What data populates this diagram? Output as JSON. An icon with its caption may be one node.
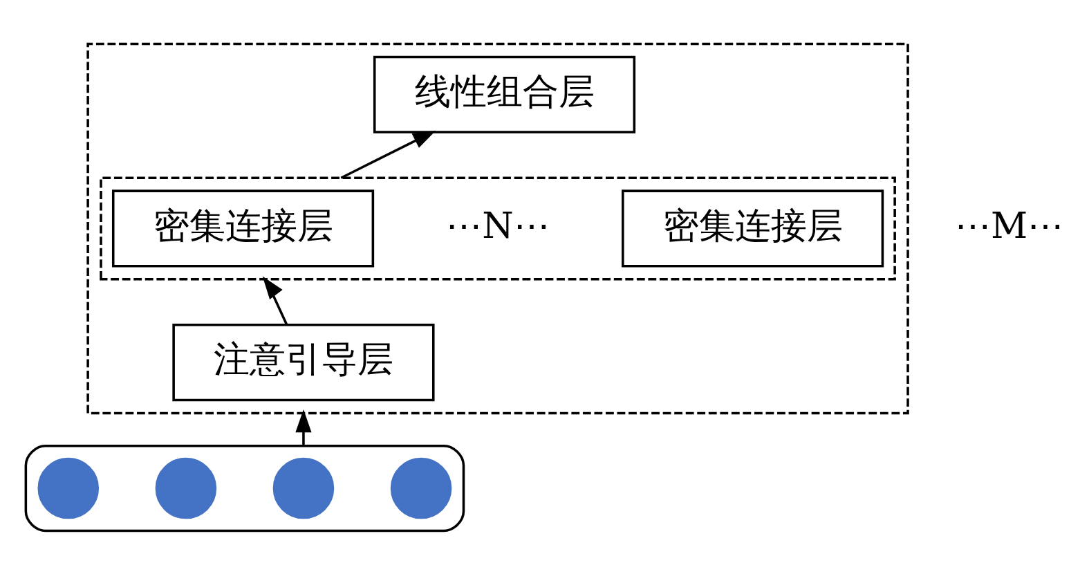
{
  "diagram": {
    "nodes": [
      {
        "text": [],
        "shape": "box",
        "beside": [
          "⋯M⋯"
        ]
      },
      {
        "text": [
          "线性组合层"
        ],
        "in": 0
      },
      {
        "text": [],
        "shape": "box",
        "in": 0
      },
      {
        "text": [
          "密集连接层"
        ],
        "in": 2
      },
      {
        "text": [
          "密集连接层"
        ],
        "in": 2
      },
      {
        "text": [
          "注意引导层"
        ],
        "in": 0
      },
      {
        "text": [],
        "shape": "box"
      },
      {
        "text": [],
        "shape": "circle",
        "in": 6
      },
      {
        "text": [],
        "shape": "circle",
        "in": 6
      },
      {
        "text": [],
        "shape": "circle",
        "in": 6
      },
      {
        "text": [],
        "shape": "circle",
        "in": 6
      }
    ],
    "edges": [
      {
        "from": 6,
        "to": 0,
        "arrow": "to"
      },
      {
        "from": 5,
        "to": 2,
        "arrow": "to"
      },
      {
        "from": 2,
        "to": 1,
        "arrow": "to"
      }
    ],
    "labels": [
      "⋯N⋯"
    ]
  }
}
